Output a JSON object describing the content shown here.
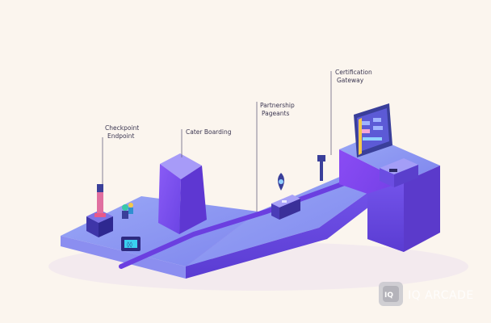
{
  "labels": {
    "left_tower": [
      "Checkpoint",
      "Endpoint"
    ],
    "prism": "Cater Boarding",
    "mid": [
      "Partnership",
      "Pageants"
    ],
    "right": [
      "Certification",
      "Gateway"
    ]
  },
  "brand": {
    "logo_mark": "IQ",
    "name": "IQ ARCADE"
  },
  "colors": {
    "background": "#fbf5ee",
    "platform_top": "#8f9cf4",
    "platform_side": "#6a4de0",
    "accent": "#7e46f0",
    "screen": "#3a3f9a"
  }
}
